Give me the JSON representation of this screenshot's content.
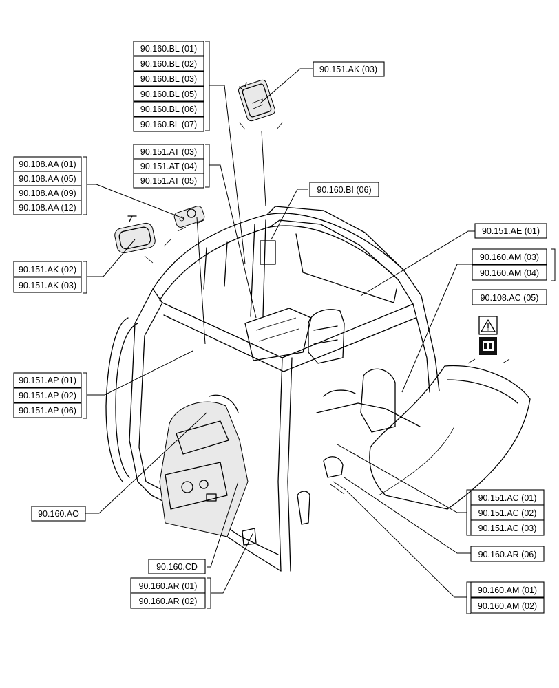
{
  "groups": {
    "bl": [
      "90.160.BL (01)",
      "90.160.BL (02)",
      "90.160.BL (03)",
      "90.160.BL (05)",
      "90.160.BL (06)",
      "90.160.BL (07)"
    ],
    "ak_top": [
      "90.151.AK (03)"
    ],
    "at": [
      "90.151.AT (03)",
      "90.151.AT (04)",
      "90.151.AT (05)"
    ],
    "aa": [
      "90.108.AA (01)",
      "90.108.AA (05)",
      "90.108.AA (09)",
      "90.108.AA (12)"
    ],
    "bi": [
      "90.160.BI (06)"
    ],
    "ae": [
      "90.151.AE (01)"
    ],
    "am_top": [
      "90.160.AM (03)",
      "90.160.AM (04)"
    ],
    "ac_top": [
      "90.108.AC (05)"
    ],
    "ak_left": [
      "90.151.AK (02)",
      "90.151.AK (03)"
    ],
    "ap": [
      "90.151.AP (01)",
      "90.151.AP (02)",
      "90.151.AP (06)"
    ],
    "ao": [
      "90.160.AO"
    ],
    "ac_bottom": [
      "90.151.AC (01)",
      "90.151.AC (02)",
      "90.151.AC (03)"
    ],
    "ar06": [
      "90.160.AR (06)"
    ],
    "cd": [
      "90.160.CD"
    ],
    "ar_bottom": [
      "90.160.AR (01)",
      "90.160.AR (02)"
    ],
    "am_bottom": [
      "90.160.AM (01)",
      "90.160.AM (02)"
    ]
  },
  "colors": {
    "line": "#000000",
    "background": "#ffffff"
  },
  "icons": [
    "warning-triangle-icon",
    "operator-manual-icon"
  ]
}
